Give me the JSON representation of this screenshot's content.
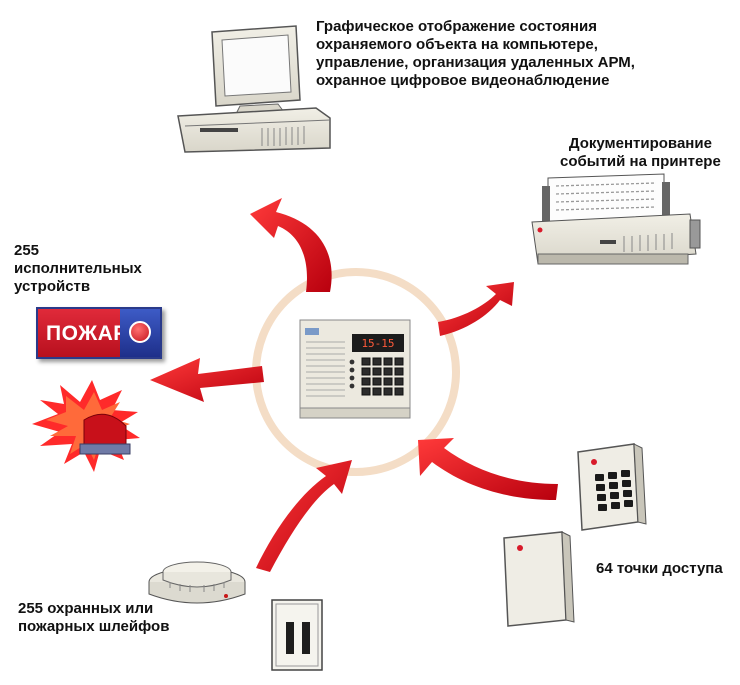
{
  "labels": {
    "computer": "Графическое отображение состояния\nохраняемого объекта на компьютере,\nуправление, организация удаленных АРМ,\nохранное цифровое видеонаблюдение",
    "printer": "Документирование\nсобытий на принтере",
    "actuators": "255\nисполнительных\nустройств",
    "loops": "255 охранных или\nпожарных шлейфов",
    "access": "64 точки доступа"
  },
  "fire_sign": {
    "text": "ПОЖАР"
  },
  "panel": {
    "display": "15-15"
  },
  "colors": {
    "arrow": "#e3101e",
    "ring": "#f4ddc6",
    "sign_red": "#d81a2a",
    "sign_blue": "#2a3a8a"
  },
  "icons": [
    "computer-icon",
    "printer-icon",
    "control-panel-icon",
    "fire-sign-icon",
    "strobe-siren-icon",
    "smoke-detector-icon",
    "sensor-icon",
    "keypad-reader-icon",
    "card-reader-icon"
  ]
}
